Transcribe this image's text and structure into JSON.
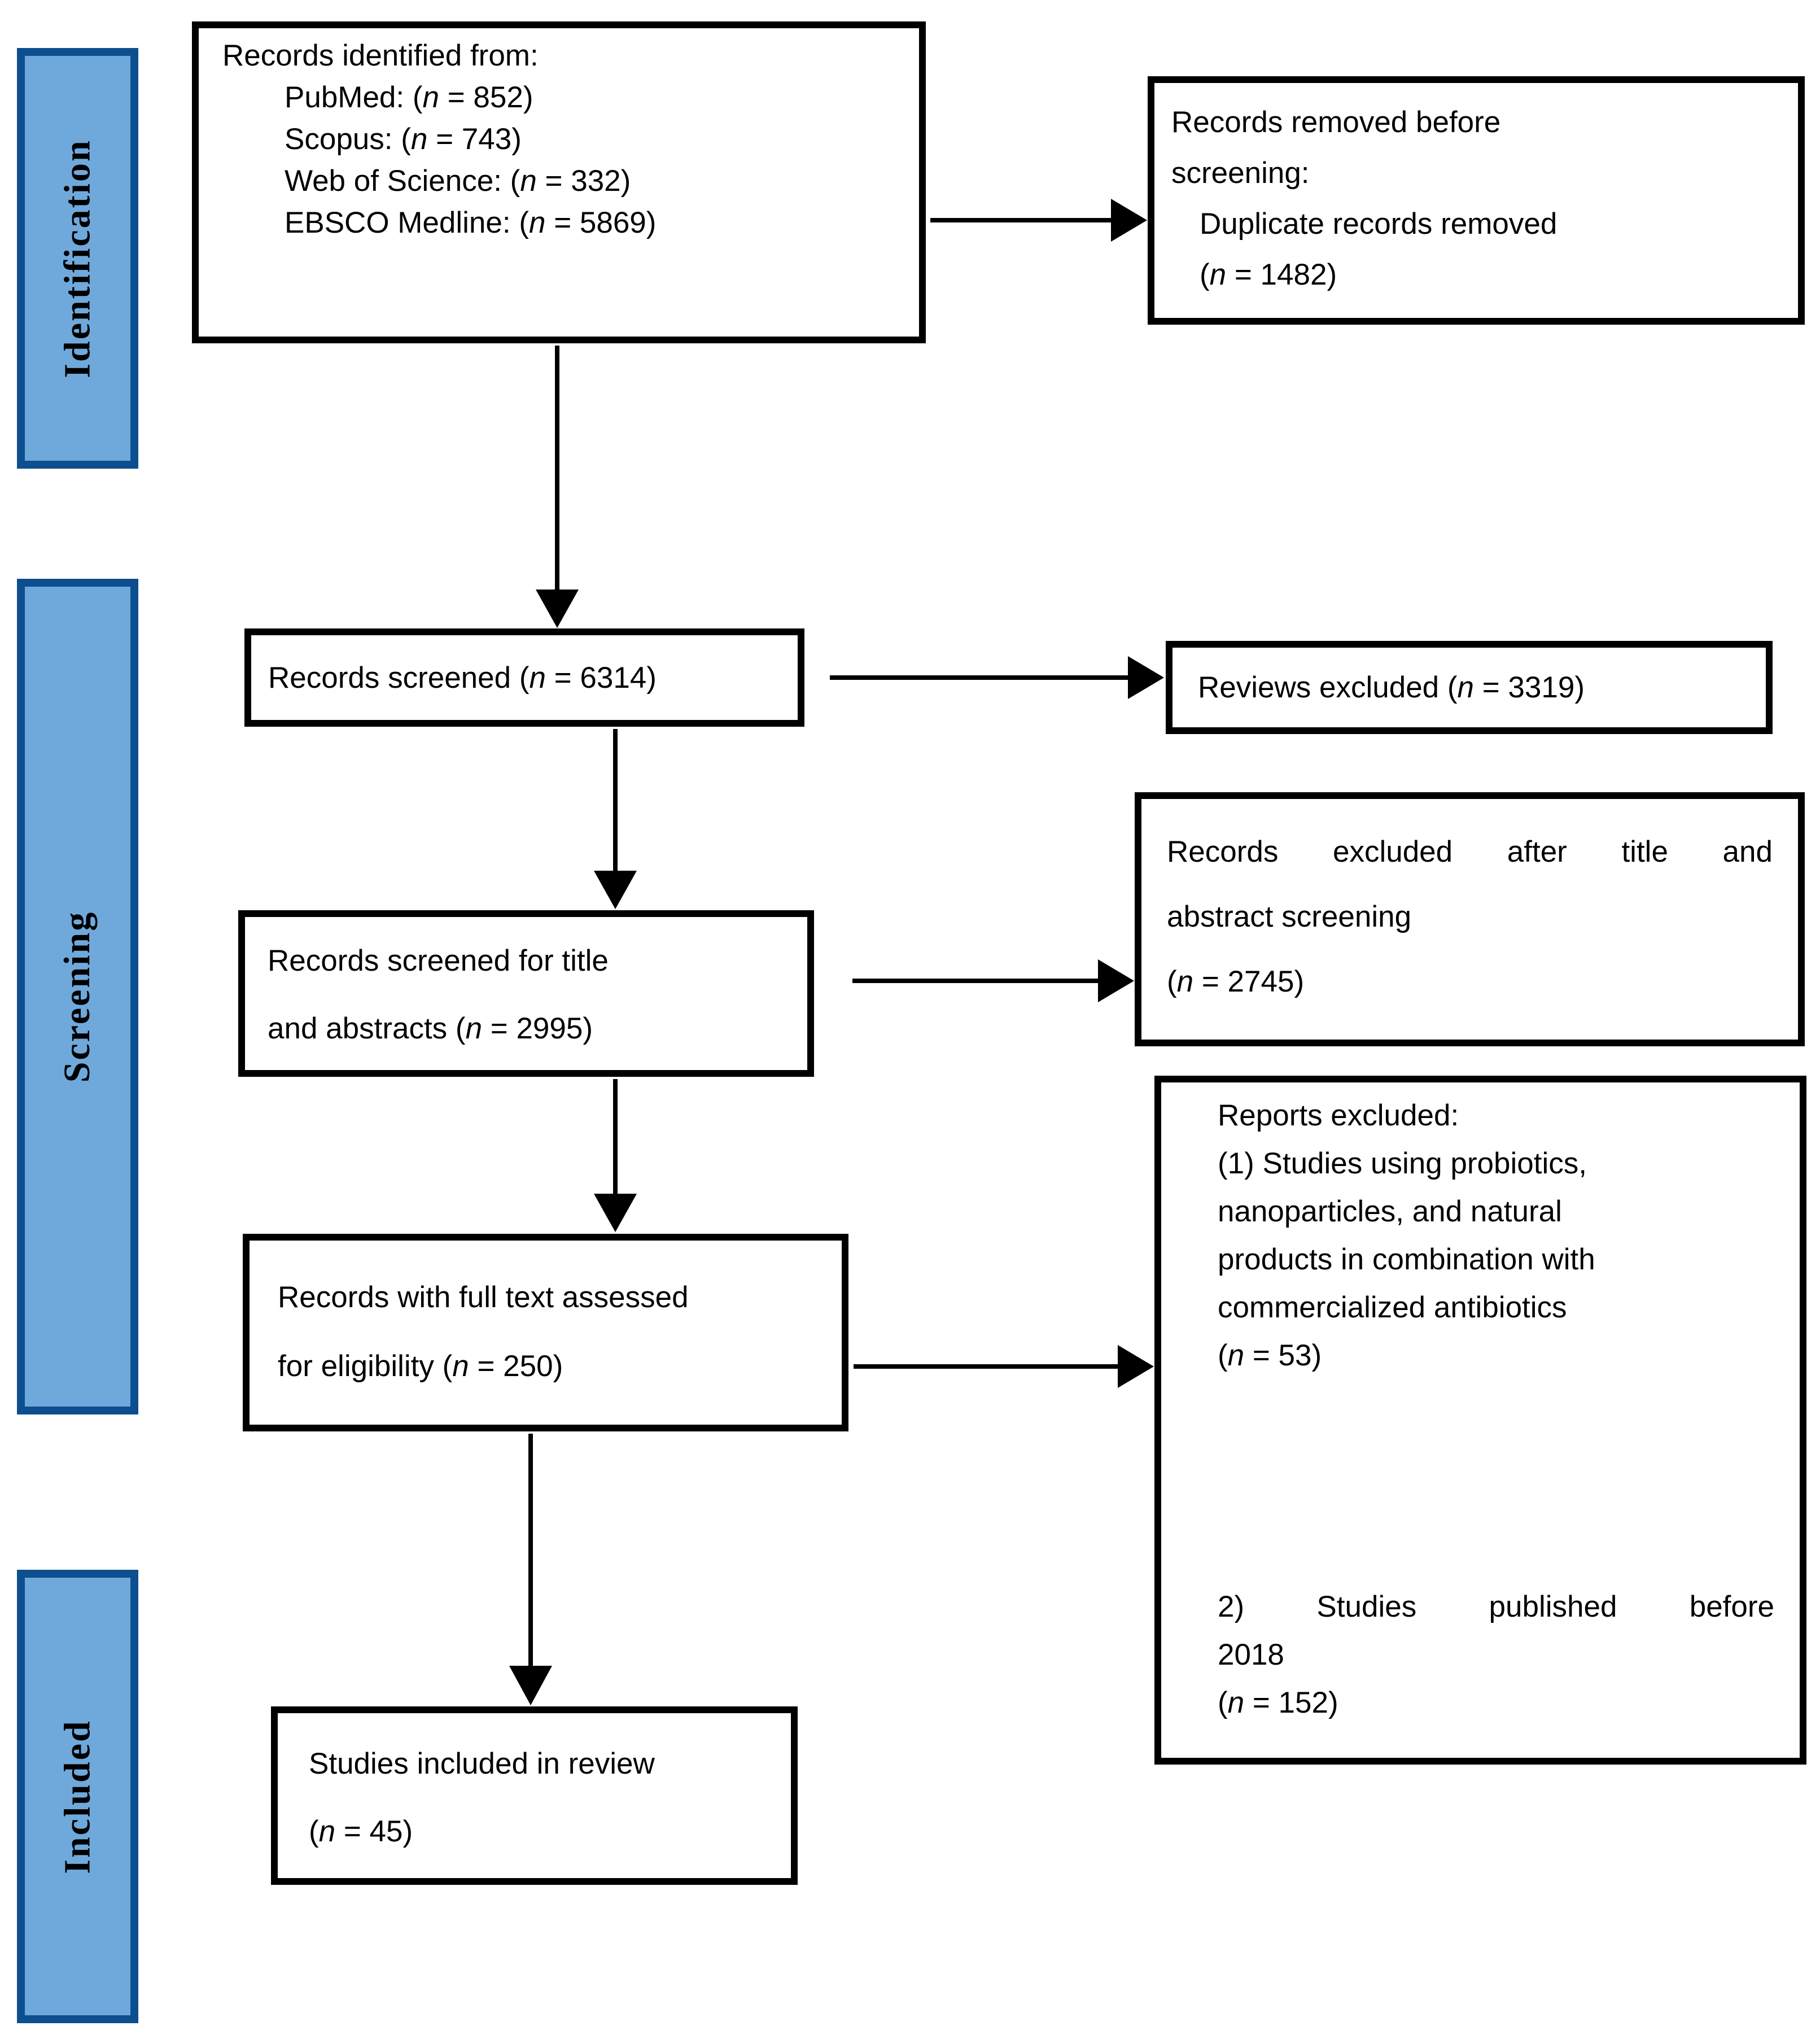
{
  "stages": [
    {
      "label": "Identification"
    },
    {
      "label": "Screening"
    },
    {
      "label": "Included"
    }
  ],
  "colors": {
    "stage_fill": "#6FA9DC",
    "stage_border": "#0C4E8E",
    "box_border": "#000000",
    "arrow": "#000000"
  },
  "boxes": {
    "identified": {
      "title": "Records identified from:",
      "items": [
        "PubMed: (n = 852)",
        "Scopus: (n = 743)",
        "Web of Science: (n = 332)",
        "EBSCO Medline: (n = 5869)"
      ]
    },
    "removed_before_screening": {
      "lines": [
        "Records removed before",
        "screening:"
      ],
      "items": [
        "Duplicate records removed",
        "(n = 1482)"
      ]
    },
    "records_screened": {
      "text": "Records screened (n = 6314)"
    },
    "reviews_excluded": {
      "text": "Reviews excluded (n = 3319)"
    },
    "screened_title_abstract": {
      "lines": [
        "Records screened for title",
        "and abstracts (n = 2995)"
      ]
    },
    "excluded_title_abstract": {
      "lines": [
        "Records excluded after title and",
        "abstract screening",
        "(n = 2745)"
      ]
    },
    "full_text_assessed": {
      "lines": [
        "Records with full text assessed",
        "for eligibility (n = 250)"
      ]
    },
    "reports_excluded": {
      "title": "Reports excluded:",
      "reason1_lines": [
        "(1) Studies using probiotics,",
        "nanoparticles, and natural",
        "products in combination with",
        "commercialized antibiotics",
        "(n = 53)"
      ],
      "reason2_lines": [
        "2) Studies published before",
        "2018",
        "(n = 152)"
      ]
    },
    "studies_included": {
      "lines": [
        "Studies included in review",
        "(n = 45)"
      ]
    }
  }
}
